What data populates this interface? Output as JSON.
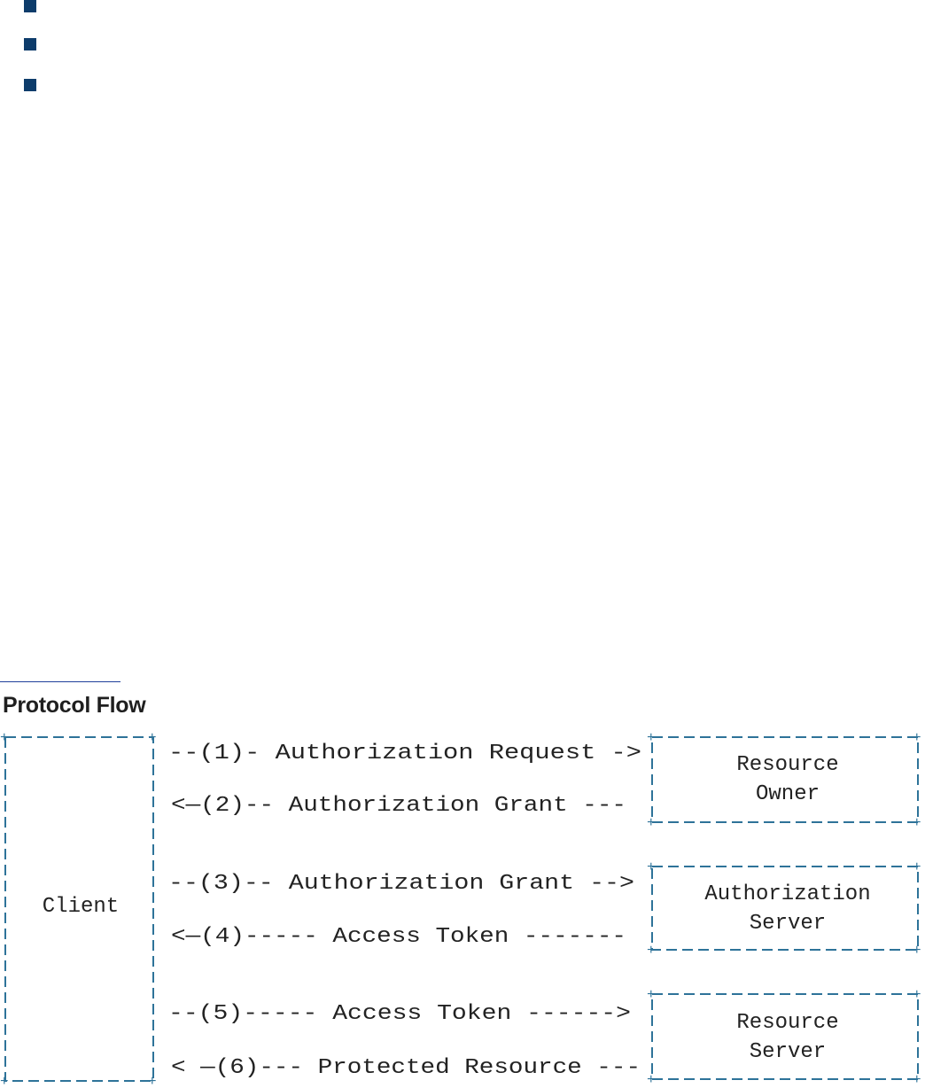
{
  "bullets": [
    {
      "icon": "square-bullet-icon"
    },
    {
      "icon": "square-bullet-icon"
    },
    {
      "icon": "square-bullet-icon"
    }
  ],
  "section": {
    "title": "Protocol Flow"
  },
  "diagram": {
    "client": {
      "label": "Client"
    },
    "resource_owner": {
      "line1": "Resource",
      "line2": "Owner"
    },
    "authorization_server": {
      "line1": "Authorization",
      "line2": "Server"
    },
    "resource_server": {
      "line1": "Resource",
      "line2": "Server"
    },
    "flows": [
      {
        "step": "1",
        "text": "--(1)- Authorization Request ->"
      },
      {
        "step": "2",
        "text": "<—(2)-- Authorization Grant ---"
      },
      {
        "step": "3",
        "text": "--(3)-- Authorization Grant -->"
      },
      {
        "step": "4",
        "text": "<—(4)----- Access Token -------"
      },
      {
        "step": "5",
        "text": "--(5)----- Access Token ------>"
      },
      {
        "step": "6",
        "text": "< —(6)--- Protected Resource ---"
      }
    ],
    "colors": {
      "border": "#2e7399",
      "bullet": "#0d3c6b",
      "text": "#222222"
    }
  }
}
